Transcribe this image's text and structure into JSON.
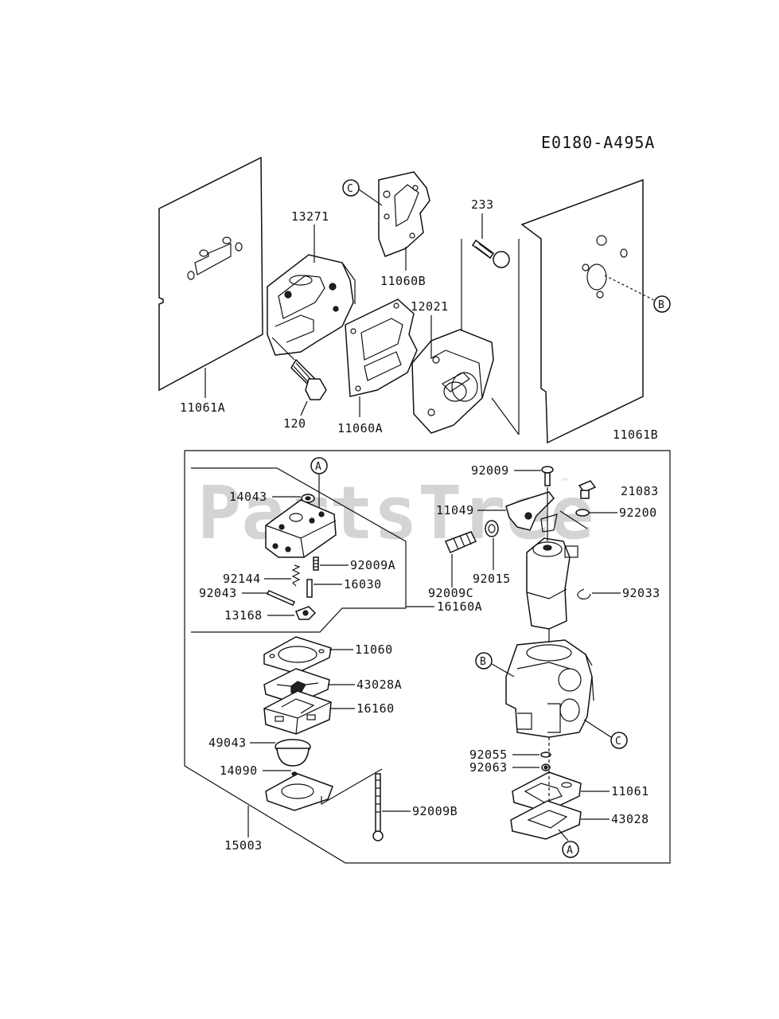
{
  "diagram": {
    "code": "E0180-A495A",
    "watermark": "PartsTree",
    "watermark_mark": "™",
    "parts": {
      "p13271": "13271",
      "p11060B": "11060B",
      "p233": "233",
      "p12021": "12021",
      "p11061A": "11061A",
      "p120": "120",
      "p11060A": "11060A",
      "p11061B": "11061B",
      "p14043": "14043",
      "p92009A": "92009A",
      "p92144": "92144",
      "p16030": "16030",
      "p92043": "92043",
      "p13168": "13168",
      "p16160A": "16160A",
      "p11060": "11060",
      "p43028A": "43028A",
      "p16160": "16160",
      "p49043": "49043",
      "p14090": "14090",
      "p92009B": "92009B",
      "p15003": "15003",
      "p92009": "92009",
      "p21083": "21083",
      "p11049": "11049",
      "p92200": "92200",
      "p92015": "92015",
      "p92009C": "92009C",
      "p92033": "92033",
      "p92055": "92055",
      "p92063": "92063",
      "p11061": "11061",
      "p43028": "43028"
    },
    "refs": {
      "A": "A",
      "B": "B",
      "C": "C"
    },
    "colors": {
      "line": "#111111",
      "watermark": "#d4d4d4",
      "background": "#ffffff"
    }
  }
}
